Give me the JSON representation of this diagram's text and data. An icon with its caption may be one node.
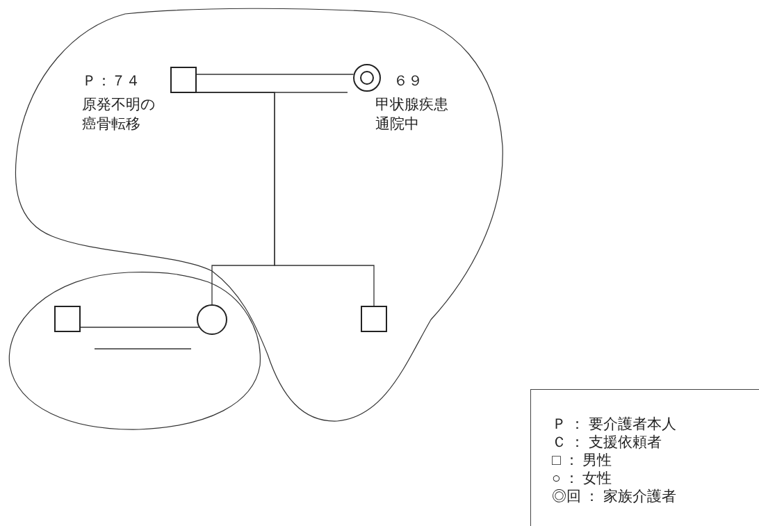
{
  "diagram": {
    "nodes": [
      {
        "text": [],
        "shape": "cloud"
      },
      {
        "text": [],
        "shape": "box",
        "in": 0,
        "beside": [
          "Ｐ：７４",
          "原発不明の癌骨転移"
        ]
      },
      {
        "text": [],
        "shape": "circle",
        "in": 0,
        "beside": [
          "６９",
          "甲状腺疾患通院中"
        ]
      },
      {
        "text": [],
        "shape": "cloud"
      },
      {
        "text": [],
        "shape": "box",
        "in": 3
      },
      {
        "text": [],
        "shape": "circle",
        "in": 3
      },
      {
        "text": [],
        "shape": "box",
        "in": 0
      }
    ],
    "edges": [
      {
        "from": 1,
        "to": 2,
        "arrow": "none"
      },
      {
        "from": 1,
        "to": 5,
        "arrow": "none"
      },
      {
        "from": 1,
        "to": 6,
        "arrow": "none"
      },
      {
        "from": 4,
        "to": 5,
        "arrow": "none"
      }
    ],
    "legend": [
      {
        "text": "Ｐ ： 要介護者本人"
      },
      {
        "text": "Ｃ ： 支援依頼者"
      },
      {
        "text": "□ ： 男性"
      },
      {
        "text": "○ ： 女性"
      },
      {
        "text": "◎回 ： 家族介護者"
      }
    ]
  }
}
